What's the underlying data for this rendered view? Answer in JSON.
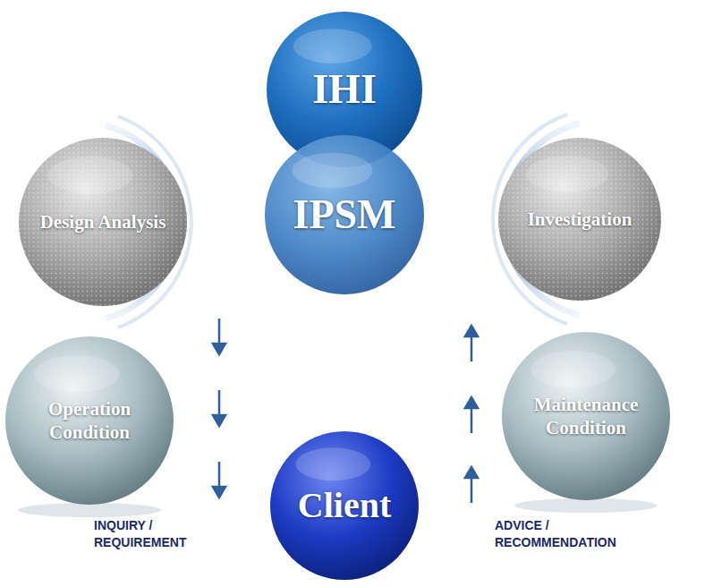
{
  "diagram": {
    "nodes": [
      {
        "text": [
          "IHI"
        ]
      },
      {
        "text": [
          "Design Analysis"
        ]
      },
      {
        "text": [
          "IPSM"
        ]
      },
      {
        "text": [
          "Investigation"
        ]
      },
      {
        "text": [
          "Operation Condition"
        ]
      },
      {
        "text": [
          "Maintenance Condition"
        ]
      },
      {
        "text": [
          "Client"
        ]
      }
    ],
    "labels": [
      "INQUIRY / REQUIREMENT",
      "ADVICE / RECOMMENDATION"
    ]
  }
}
